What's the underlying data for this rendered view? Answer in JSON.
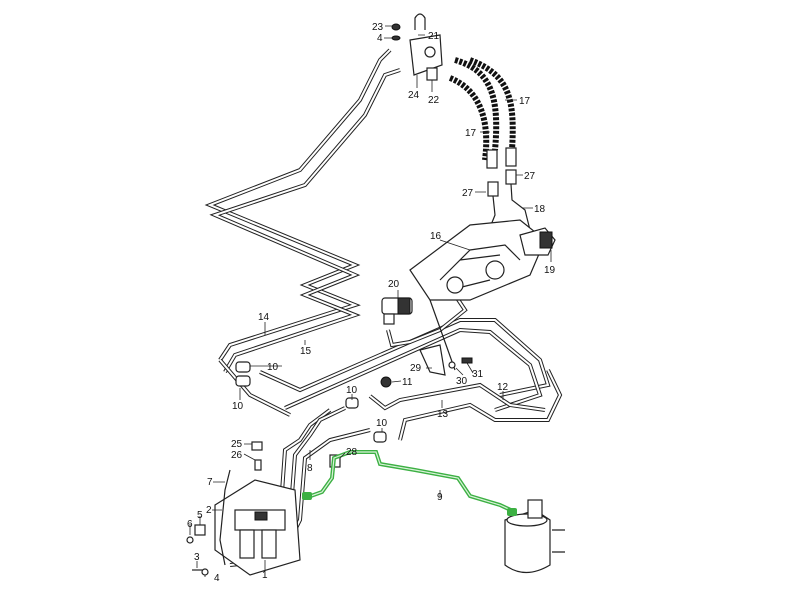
{
  "diagram": {
    "title": "Brake line assembly exploded parts diagram",
    "highlight_color": "#3cb043",
    "highlighted_part": "9",
    "labels": [
      "23",
      "4",
      "21",
      "24",
      "22",
      "17",
      "17",
      "27",
      "27",
      "18",
      "16",
      "19",
      "20",
      "14",
      "15",
      "10",
      "10",
      "10",
      "10",
      "11",
      "29",
      "30",
      "31",
      "12",
      "13",
      "25",
      "26",
      "8",
      "28",
      "7",
      "2",
      "5",
      "6",
      "3",
      "4",
      "1",
      "9"
    ]
  }
}
